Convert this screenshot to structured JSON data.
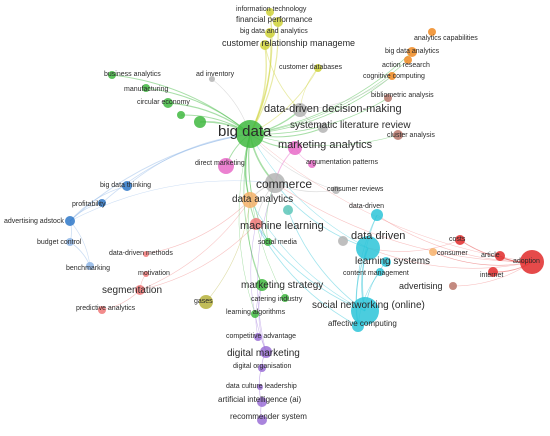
{
  "title": "",
  "colors": {
    "green": "#3fb83f",
    "yellow_green": "#cfd23a",
    "orange": "#f08a22",
    "brown": "#b8756a",
    "grey": "#b4b4b4",
    "pink": "#e86bc8",
    "peach": "#f6b26b",
    "blue": "#2f78c8",
    "light_blue": "#8fb6e6",
    "salmon": "#f07878",
    "red": "#e02a2a",
    "cyan": "#2cc4d8",
    "purple": "#9a6fd6",
    "olive": "#b6b23c",
    "teal": "#5cc5b8"
  },
  "keywords": {
    "information_technology": "information technology",
    "financial_performance": "financial performance",
    "big_data_and_analytics": "big data and analytics",
    "customer_relationship_management": "customer relationship manageme",
    "customer_databases": "customer databases",
    "analytics_capabilities": "analytics capabilities",
    "big_data_analytics": "big data analytics",
    "action_research": "action research",
    "cognitive_computing": "cognitive computing",
    "business_analytics": "business analytics",
    "ad_inventory": "ad inventory",
    "manufacturing": "manufacturing",
    "circular_economy": "circular economy",
    "bibliometric_analysis": "bibliometric analysis",
    "data_driven_decision_making": "data-driven decision-making",
    "big_data": "big data",
    "systematic_literature_review": "systematic literature review",
    "cluster_analysis": "cluster analysis",
    "marketing_analytics": "marketing analytics",
    "direct_marketing": "direct marketing",
    "argumentation_patterns": "argumentation patterns",
    "big_data_thinking": "big data thinking",
    "commerce": "commerce",
    "consumer_reviews": "consumer reviews",
    "profitability": "profitability",
    "data_analytics": "data analytics",
    "data_driven_hyphen": "data-driven",
    "advertising_adstock": "advertising adstock",
    "machine_learning": "machine learning",
    "budget_control": "budget control",
    "social_media": "social media",
    "data_driven": "data driven",
    "costs": "costs",
    "data_driven_methods": "data-driven methods",
    "consumer": "consumer",
    "article": "article",
    "adoption": "adoption",
    "benchmarking": "benchmarking",
    "learning_systems": "learning systems",
    "motivation": "motivation",
    "content_management": "content management",
    "internet": "internet",
    "advertising": "advertising",
    "segmentation": "segmentation",
    "marketing_strategy": "marketing strategy",
    "predictive_analytics": "predictive analytics",
    "gases": "gases",
    "catering_industry": "catering industry",
    "social_networking_online": "social networking (online)",
    "learning_algorithms": "learning algorithms",
    "affective_computing": "affective computing",
    "competitive_advantage": "competitive advantage",
    "digital_marketing": "digital marketing",
    "digital_organisation": "digital organisation",
    "data_culture_leadership": "data culture leadership",
    "artificial_intelligence_ai": "artificial intelligence (ai)",
    "recommender_system": "recommender system"
  }
}
